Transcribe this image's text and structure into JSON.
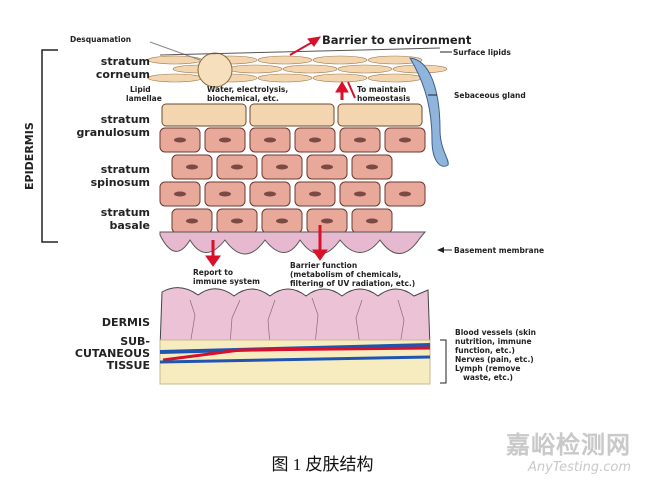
{
  "labels": {
    "desquamation": "Desquamation",
    "barrier": "Barrier to environment",
    "surface_lipids": "Surface lipids",
    "corneum_1": "stratum",
    "corneum_2": "corneum",
    "lipid_1": "Lipid",
    "lipid_2": "lamellae",
    "water_1": "Water, electrolysis,",
    "water_2": "biochemical, etc.",
    "homeo_1": "To maintain",
    "homeo_2": "homeostasis",
    "sebaceous": "Sebaceous gland",
    "granulosum_1": "stratum",
    "granulosum_2": "granulosum",
    "spinosum_1": "stratum",
    "spinosum_2": "spinosum",
    "basale_1": "stratum",
    "basale_2": "basale",
    "epidermis": "EPIDERMIS",
    "basement": "Basement membrane",
    "report_1": "Report to",
    "report_2": "immune system",
    "barrierfn_1": "Barrier function",
    "barrierfn_2": "(metabolism of chemicals,",
    "barrierfn_3": "filtering of UV radiation, etc.)",
    "dermis": "DERMIS",
    "sub_1": "SUB-",
    "sub_2": "CUTANEOUS",
    "sub_3": "TISSUE",
    "vessels_1": "Blood vessels (skin",
    "vessels_2": "nutrition, immune",
    "vessels_3": "function, etc.)",
    "nerves": "Nerves (pain, etc.)",
    "lymph_1": "Lymph (remove",
    "lymph_2": "waste, etc.)"
  },
  "caption": "图 1  皮肤结构",
  "watermark": {
    "cn": "嘉峪检测网",
    "en": "AnyTesting.com"
  },
  "colors": {
    "cell_pink": "#e8a89a",
    "tan": "#f3d5b0",
    "dermis": "#ecc3d6",
    "fat": "#f7ecc0",
    "arrow": "#d8102a",
    "vein": "#1f55b0",
    "gland": "#8fb5dc"
  }
}
